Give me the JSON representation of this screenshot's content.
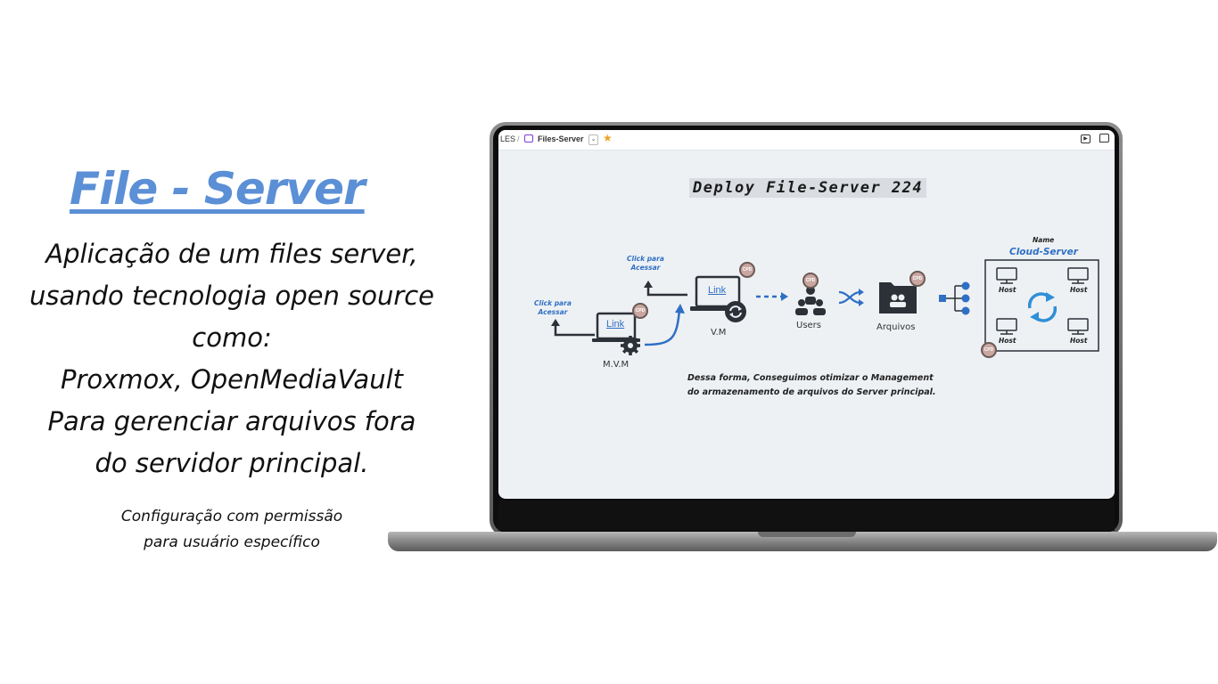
{
  "left_panel": {
    "title": "File - Server",
    "description_lines": [
      "Aplicação de um files server,",
      "usando tecnologia open source",
      "como:",
      "Proxmox, OpenMediaVault",
      "Para gerenciar arquivos fora",
      "do servidor principal."
    ],
    "note_lines": [
      "Configuração com permissão",
      "para usuário específico"
    ]
  },
  "app": {
    "breadcrumb_prev": "LES",
    "breadcrumb_sep": "/",
    "file_name": "Files-Server",
    "file_icon": "presentation-icon",
    "star_icon": "star-icon",
    "present_icon": "play-icon",
    "comment_icon": "comment-icon",
    "accent_color": "#2f6fc4"
  },
  "diagram": {
    "heading": "Deploy File-Server 224",
    "click_left": [
      "Click para",
      "Acessar"
    ],
    "click_right": [
      "Click para",
      "Acessar"
    ],
    "link_left": "Link",
    "link_right": "Link",
    "mvm_label": "M.V.M",
    "vm_label": "V.M",
    "users_label": "Users",
    "arquivos_label": "Arquivos",
    "name_label": "Name",
    "cloud_label": "Cloud-Server",
    "hosts": [
      "Host",
      "Host",
      "Host",
      "Host"
    ],
    "badge_text": "CPD",
    "caption_lines": [
      "Dessa forma, Conseguimos otimizar o Management",
      "do armazenamento de arquivos do  Server principal."
    ]
  }
}
